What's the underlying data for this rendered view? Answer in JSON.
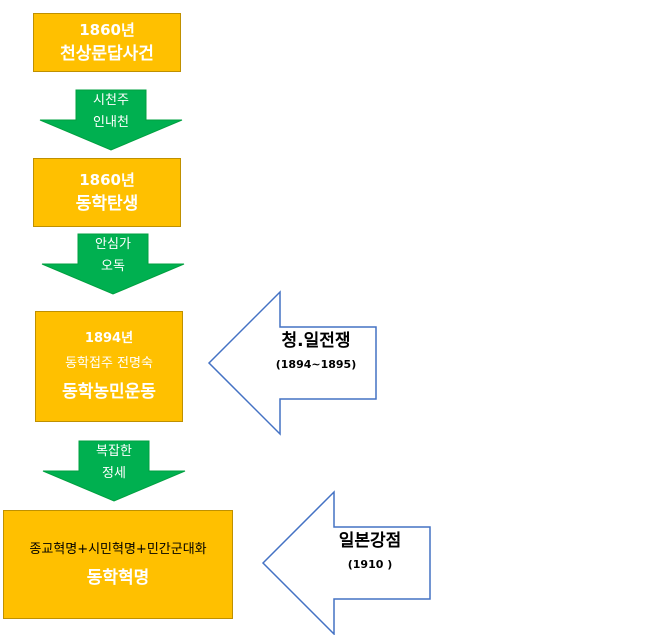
{
  "boxes": [
    {
      "line1": "1860년",
      "line2": "천상문답사건"
    },
    {
      "line1": "1860년",
      "line2": "동학탄생"
    },
    {
      "line1": "1894년",
      "line2": "동학접주 전명숙",
      "line3": "동학농민운동"
    },
    {
      "line1": "종교혁명+시민혁명+민간군대화",
      "line2": "동학혁명"
    }
  ],
  "down_arrows": [
    {
      "line1": "시천주",
      "line2": "인내천"
    },
    {
      "line1": "안심가",
      "line2": "오독"
    },
    {
      "line1": "복잡한",
      "line2": "정세"
    }
  ],
  "side_arrows": [
    {
      "title": "청.일전쟁",
      "sub": "(1894~1895)"
    },
    {
      "title": "일본강점",
      "sub": "(1910 )"
    }
  ],
  "colors": {
    "box_fill": "#ffc000",
    "box_border": "#bf9000",
    "down_arrow_fill": "#00b050",
    "side_arrow_stroke": "#4472c4"
  }
}
